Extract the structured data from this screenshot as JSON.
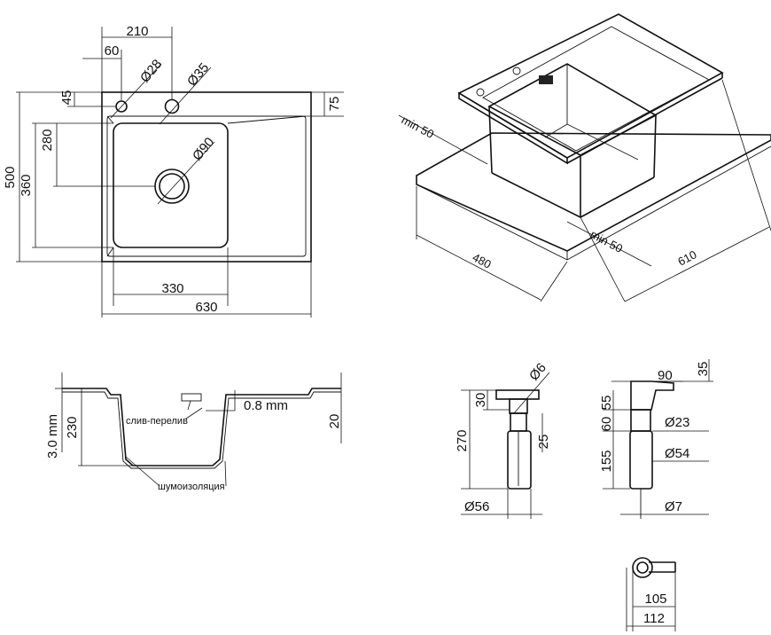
{
  "top_view": {
    "width_total": "630",
    "width_bowl": "330",
    "holes_offset": "210",
    "hole1_offset": "60",
    "hole_small": "Ø28",
    "hole_large": "Ø35",
    "drain": "Ø90",
    "height_total": "500",
    "height_inner": "360",
    "bowl_height": "280",
    "hole_vertical": "45",
    "rim": "75"
  },
  "iso_view": {
    "min_left": "min 50",
    "min_right": "min 50",
    "depth": "480",
    "width": "610"
  },
  "section_view": {
    "thickness": "3.0 mm",
    "depth": "230",
    "overflow_label": "слив-перелив",
    "sheet": "0.8 mm",
    "flange": "20",
    "insulation_label": "шумоизоляция"
  },
  "dispenser_front": {
    "total": "270",
    "head": "30",
    "pipe_dia": "Ø6",
    "thread": "25",
    "bottle_dia": "Ø56"
  },
  "dispenser_side": {
    "spout_reach": "90",
    "spout_height": "35",
    "neck": "55",
    "body": "60",
    "tube": "155",
    "collar_dia": "Ø23",
    "bottle_dia": "Ø54",
    "tube_dia": "Ø7"
  },
  "dispenser_top": {
    "inner": "105",
    "outer": "112"
  }
}
